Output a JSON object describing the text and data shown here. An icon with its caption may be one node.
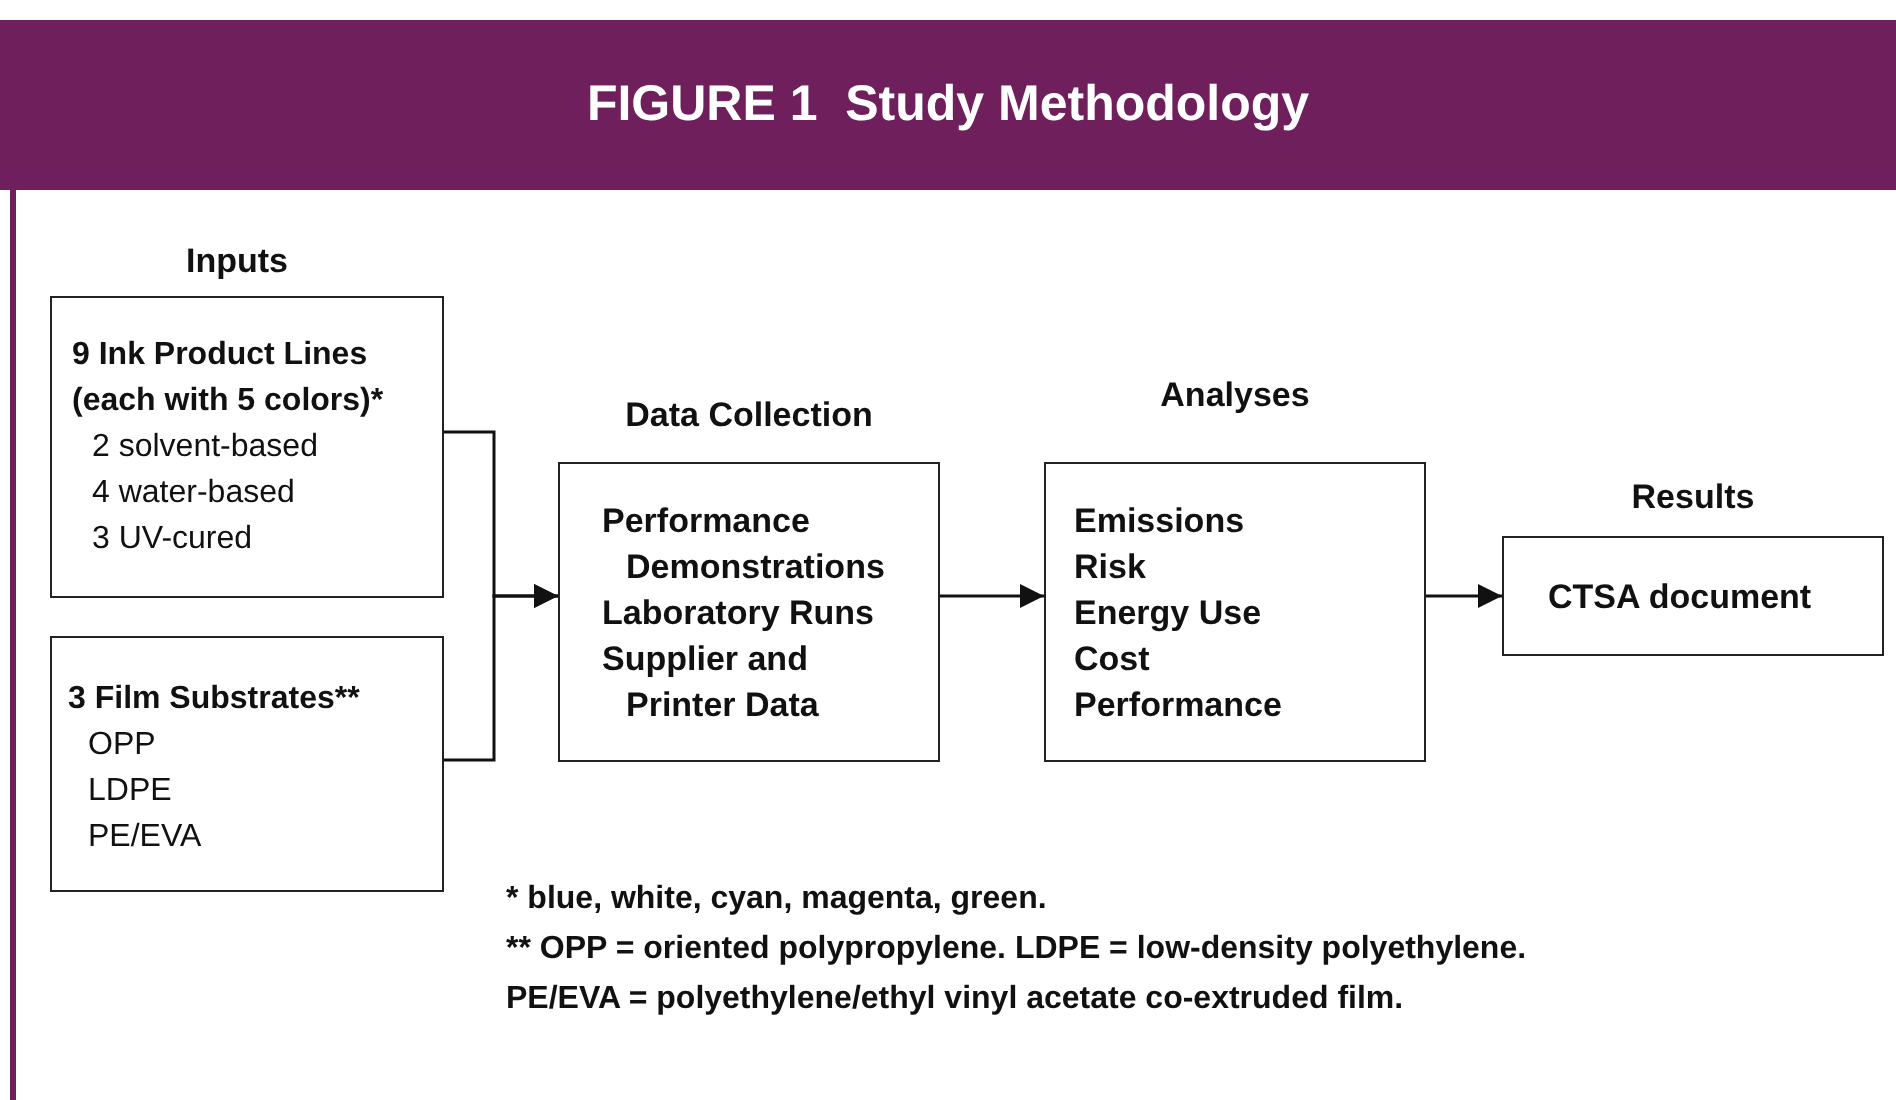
{
  "diagram": {
    "title": "FIGURE 1  Study Methodology",
    "nodes": [
      {
        "text": [
          "9 Ink Product Lines (each with 5 colors)*",
          "2 solvent-based",
          "4 water-based",
          "3 UV-cured"
        ]
      },
      {
        "text": [
          "3 Film Substrates**",
          "OPP",
          "LDPE",
          "PE/EVA"
        ]
      },
      {
        "text": [
          "Data Collection",
          "Performance Demonstrations",
          "Laboratory Runs",
          "Supplier and Printer Data"
        ]
      },
      {
        "text": [
          "Analyses",
          "Emissions",
          "Risk",
          "Energy Use",
          "Cost",
          "Performance"
        ]
      },
      {
        "text": [
          "Results",
          "CTSA document"
        ]
      }
    ],
    "edges": [
      {
        "from": 0,
        "to": 2,
        "arrow": "to"
      },
      {
        "from": 1,
        "to": 2,
        "arrow": "to"
      },
      {
        "from": 2,
        "to": 3,
        "arrow": "to"
      },
      {
        "from": 3,
        "to": 4,
        "arrow": "to"
      }
    ],
    "labels": [
      "Inputs",
      "* blue, white, cyan, magenta, green.",
      "** OPP = oriented polypropylene. LDPE = low-density polyethylene.",
      "PE/EVA = polyethylene/ethyl vinyl acetate co-extruded film."
    ]
  }
}
